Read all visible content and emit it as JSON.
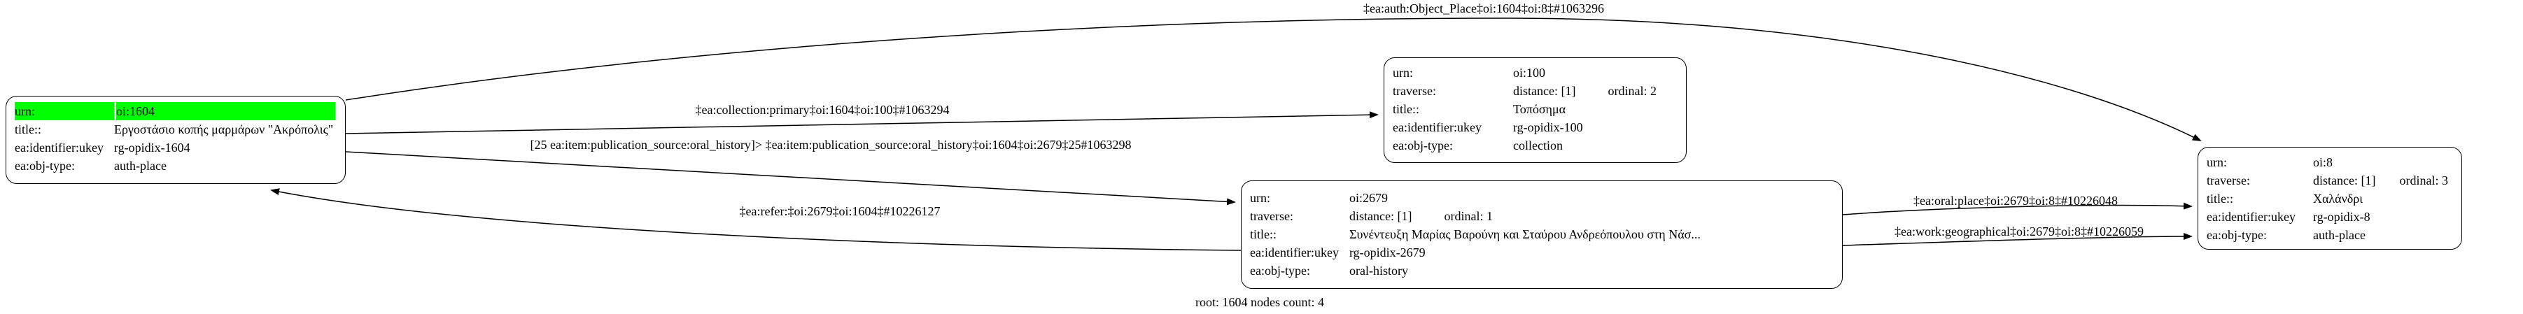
{
  "graph": {
    "footer": "root: 1604 nodes count: 4",
    "colors": {
      "highlight_green": "#00ff00",
      "edge": "#000000",
      "node_border": "#000000",
      "background": "#ffffff"
    },
    "nodes": [
      {
        "id": "oi:1604",
        "rows": [
          {
            "key": "urn:",
            "value": "oi:1604"
          },
          {
            "key": "title::",
            "value": "Εργοστάσιο κοπής μαρμάρων \"Ακρόπολις\""
          },
          {
            "key": "ea:identifier:ukey",
            "value": "rg-opidix-1604"
          },
          {
            "key": "ea:obj-type:",
            "value": "auth-place"
          }
        ]
      },
      {
        "id": "oi:100",
        "rows": [
          {
            "key": "urn:",
            "value": "oi:100"
          },
          {
            "key": "traverse:",
            "value": "distance: [1]",
            "extra": "ordinal: 2"
          },
          {
            "key": "title::",
            "value": "Τοπόσημα"
          },
          {
            "key": "ea:identifier:ukey",
            "value": "rg-opidix-100"
          },
          {
            "key": "ea:obj-type:",
            "value": "collection"
          }
        ]
      },
      {
        "id": "oi:2679",
        "rows": [
          {
            "key": "urn:",
            "value": "oi:2679"
          },
          {
            "key": "traverse:",
            "value": "distance: [1]",
            "extra": "ordinal: 1"
          },
          {
            "key": "title::",
            "value": "Συνέντευξη Μαρίας Βαρούνη και Σταύρου Ανδρεόπουλου στη Νάσ..."
          },
          {
            "key": "ea:identifier:ukey",
            "value": "rg-opidix-2679"
          },
          {
            "key": "ea:obj-type:",
            "value": "oral-history"
          }
        ]
      },
      {
        "id": "oi:8",
        "rows": [
          {
            "key": "urn:",
            "value": "oi:8"
          },
          {
            "key": "traverse:",
            "value": "distance: [1]",
            "extra": "ordinal: 3"
          },
          {
            "key": "title::",
            "value": "Χαλάνδρι"
          },
          {
            "key": "ea:identifier:ukey",
            "value": "rg-opidix-8"
          },
          {
            "key": "ea:obj-type:",
            "value": "auth-place"
          }
        ]
      }
    ],
    "edges": [
      {
        "from": "oi:1604",
        "to": "oi:8",
        "label": "‡ea:auth:Object_Place‡oi:1604‡oi:8‡#1063296"
      },
      {
        "from": "oi:1604",
        "to": "oi:100",
        "label": "‡ea:collection:primary‡oi:1604‡oi:100‡#1063294"
      },
      {
        "from": "oi:1604",
        "to": "oi:2679",
        "label": "[25 ea:item:publication_source:oral_history]> ‡ea:item:publication_source:oral_history‡oi:1604‡oi:2679‡25#1063298"
      },
      {
        "from": "oi:2679",
        "to": "oi:1604",
        "label": "‡ea:refer:‡oi:2679‡oi:1604‡#10226127"
      },
      {
        "from": "oi:2679",
        "to": "oi:8",
        "label": "‡ea:oral:place‡oi:2679‡oi:8‡#10226048"
      },
      {
        "from": "oi:2679",
        "to": "oi:8",
        "label": "‡ea:work:geographical‡oi:2679‡oi:8‡#10226059"
      }
    ]
  }
}
